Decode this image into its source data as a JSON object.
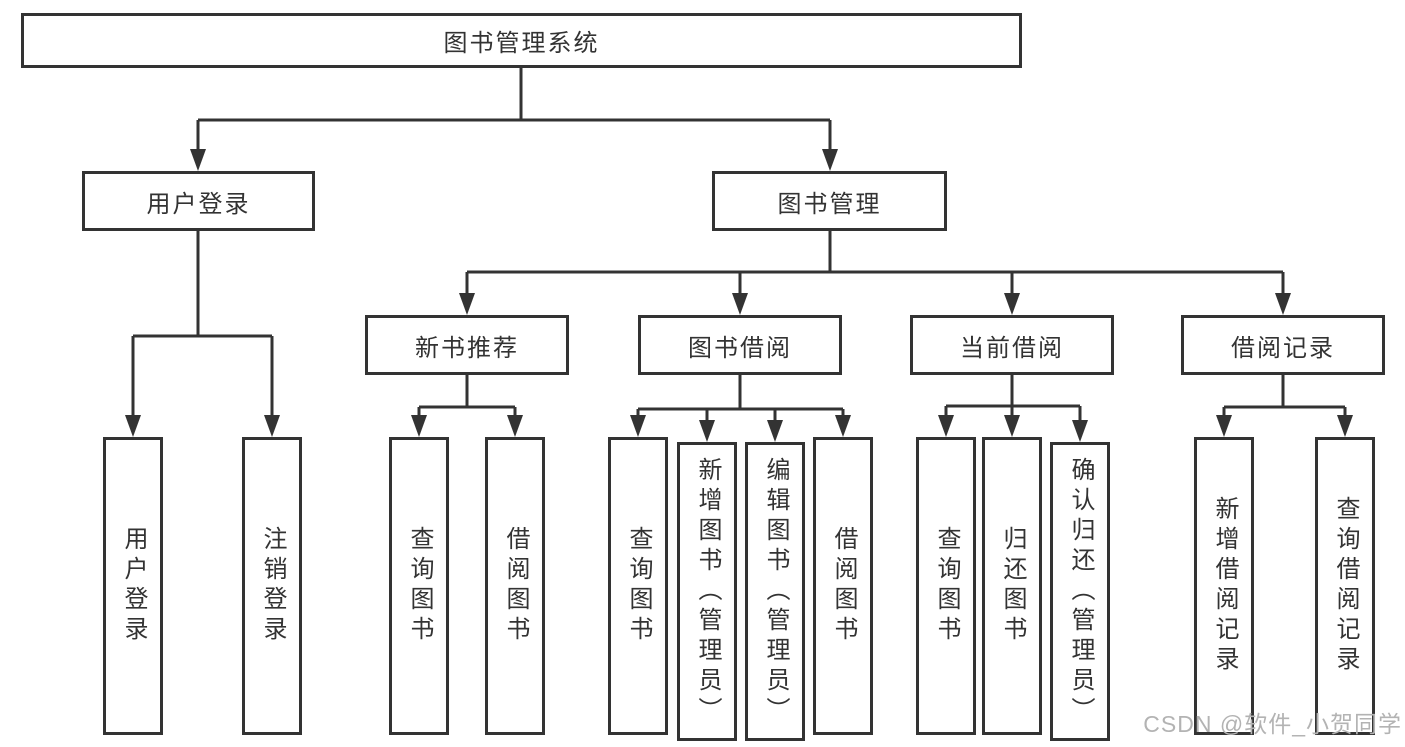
{
  "colors": {
    "line": "#333333",
    "text": "#333333",
    "box_background": "#ffffff",
    "watermark_text": "#b3b3b3"
  },
  "watermark": "CSDN @软件_小贺同学",
  "tree": {
    "root": {
      "label": "图书管理系统"
    },
    "branches": [
      {
        "label": "用户登录",
        "children": [
          "用户登录",
          "注销登录"
        ]
      },
      {
        "label": "图书管理",
        "sections": [
          {
            "label": "新书推荐",
            "children": [
              "查询图书",
              "借阅图书"
            ]
          },
          {
            "label": "图书借阅",
            "children": [
              "查询图书",
              "新增图书（管理员）",
              "编辑图书（管理员）",
              "借阅图书"
            ]
          },
          {
            "label": "当前借阅",
            "children": [
              "查询图书",
              "归还图书",
              "确认归还（管理员）"
            ]
          },
          {
            "label": "借阅记录",
            "children": [
              "新增借阅记录",
              "查询借阅记录"
            ]
          }
        ]
      }
    ]
  }
}
